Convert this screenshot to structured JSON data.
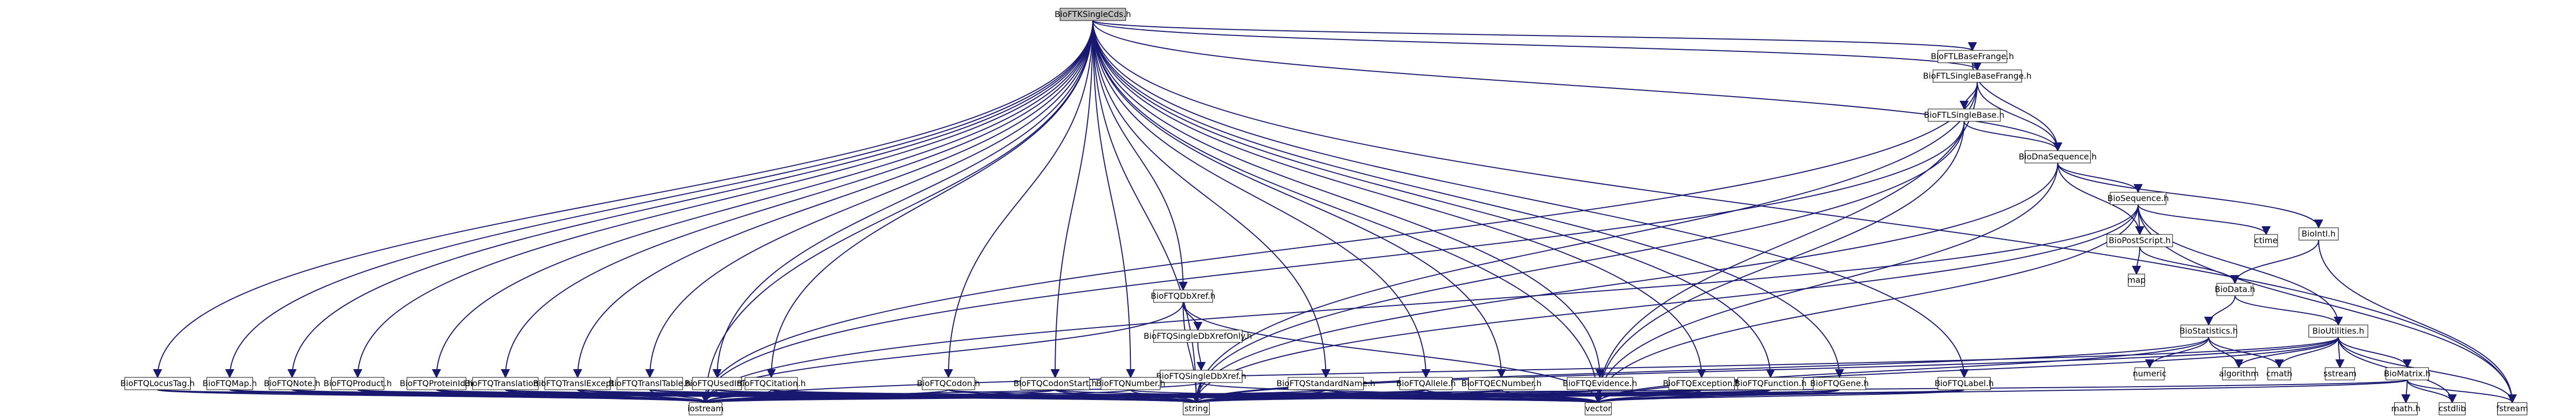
{
  "diagram": {
    "type": "include-dependency-graph",
    "edge_color": "#191970",
    "root_fill": "#bfbfbf",
    "node_fill": "#ffffff",
    "nodes": [
      {
        "id": "root",
        "label": "BioFTKSingleCds.h",
        "root": true
      },
      {
        "id": "basefrange",
        "label": "BioFTLBaseFrange.h"
      },
      {
        "id": "singlebasefrange",
        "label": "BioFTLSingleBaseFrange.h"
      },
      {
        "id": "singlebase",
        "label": "BioFTLSingleBase.h"
      },
      {
        "id": "dnaseq",
        "label": "BioDnaSequence.h"
      },
      {
        "id": "sequence",
        "label": "BioSequence.h"
      },
      {
        "id": "biointl",
        "label": "BioIntl.h"
      },
      {
        "id": "postscript",
        "label": "BioPostScript.h"
      },
      {
        "id": "ctime",
        "label": "ctime"
      },
      {
        "id": "map",
        "label": "map"
      },
      {
        "id": "biodata",
        "label": "BioData.h"
      },
      {
        "id": "statistics",
        "label": "BioStatistics.h"
      },
      {
        "id": "utilities",
        "label": "BioUtilities.h"
      },
      {
        "id": "numeric",
        "label": "numeric"
      },
      {
        "id": "algorithm",
        "label": "algorithm"
      },
      {
        "id": "cmath",
        "label": "cmath"
      },
      {
        "id": "sstream",
        "label": "sstream"
      },
      {
        "id": "biomatrix",
        "label": "BioMatrix.h"
      },
      {
        "id": "mathh",
        "label": "math.h"
      },
      {
        "id": "cstdlib",
        "label": "cstdlib"
      },
      {
        "id": "fstream",
        "label": "fstream"
      },
      {
        "id": "dbxref",
        "label": "BioFTQDbXref.h"
      },
      {
        "id": "singledbxrefonly",
        "label": "BioFTQSingleDbXrefOnly.h"
      },
      {
        "id": "singledbxref",
        "label": "BioFTQSingleDbXref.h"
      },
      {
        "id": "locustag",
        "label": "BioFTQLocusTag.h"
      },
      {
        "id": "ftqmap",
        "label": "BioFTQMap.h"
      },
      {
        "id": "note",
        "label": "BioFTQNote.h"
      },
      {
        "id": "product",
        "label": "BioFTQProduct.h"
      },
      {
        "id": "proteinid",
        "label": "BioFTQProteinId.h"
      },
      {
        "id": "translation",
        "label": "BioFTQTranslation.h"
      },
      {
        "id": "transexcept",
        "label": "BioFTQTranslExcept.h"
      },
      {
        "id": "transtable",
        "label": "BioFTQTranslTable.h"
      },
      {
        "id": "usedin",
        "label": "BioFTQUsedIn.h"
      },
      {
        "id": "citation",
        "label": "BioFTQCitation.h"
      },
      {
        "id": "codon",
        "label": "BioFTQCodon.h"
      },
      {
        "id": "codonstart",
        "label": "BioFTQCodonStart.h"
      },
      {
        "id": "number",
        "label": "BioFTQNumber.h"
      },
      {
        "id": "standardname",
        "label": "BioFTQStandardName.h"
      },
      {
        "id": "allele",
        "label": "BioFTQAllele.h"
      },
      {
        "id": "ecnumber",
        "label": "BioFTQECNumber.h"
      },
      {
        "id": "evidence",
        "label": "BioFTQEvidence.h"
      },
      {
        "id": "exception",
        "label": "BioFTQException.h"
      },
      {
        "id": "function",
        "label": "BioFTQFunction.h"
      },
      {
        "id": "gene",
        "label": "BioFTQGene.h"
      },
      {
        "id": "label",
        "label": "BioFTQLabel.h"
      },
      {
        "id": "iostream",
        "label": "iostream"
      },
      {
        "id": "string",
        "label": "string"
      },
      {
        "id": "vector",
        "label": "vector"
      }
    ],
    "edges": [
      [
        "root",
        "basefrange"
      ],
      [
        "root",
        "singlebasefrange"
      ],
      [
        "root",
        "dnaseq"
      ],
      [
        "root",
        "fstream"
      ],
      [
        "root",
        "iostream"
      ],
      [
        "root",
        "string"
      ],
      [
        "root",
        "vector"
      ],
      [
        "root",
        "dbxref"
      ],
      [
        "root",
        "locustag"
      ],
      [
        "root",
        "ftqmap"
      ],
      [
        "root",
        "note"
      ],
      [
        "root",
        "product"
      ],
      [
        "root",
        "proteinid"
      ],
      [
        "root",
        "translation"
      ],
      [
        "root",
        "transexcept"
      ],
      [
        "root",
        "transtable"
      ],
      [
        "root",
        "usedin"
      ],
      [
        "root",
        "citation"
      ],
      [
        "root",
        "codon"
      ],
      [
        "root",
        "codonstart"
      ],
      [
        "root",
        "number"
      ],
      [
        "root",
        "standardname"
      ],
      [
        "root",
        "allele"
      ],
      [
        "root",
        "ecnumber"
      ],
      [
        "root",
        "evidence"
      ],
      [
        "root",
        "exception"
      ],
      [
        "root",
        "function"
      ],
      [
        "root",
        "gene"
      ],
      [
        "root",
        "label"
      ],
      [
        "basefrange",
        "singlebasefrange"
      ],
      [
        "basefrange",
        "dnaseq"
      ],
      [
        "singlebasefrange",
        "singlebase"
      ],
      [
        "singlebasefrange",
        "dnaseq"
      ],
      [
        "singlebasefrange",
        "iostream"
      ],
      [
        "singlebasefrange",
        "vector"
      ],
      [
        "singlebasefrange",
        "string"
      ],
      [
        "singlebase",
        "dnaseq"
      ],
      [
        "singlebase",
        "iostream"
      ],
      [
        "singlebase",
        "vector"
      ],
      [
        "singlebase",
        "string"
      ],
      [
        "dnaseq",
        "sequence"
      ],
      [
        "dnaseq",
        "biointl"
      ],
      [
        "dnaseq",
        "postscript"
      ],
      [
        "dnaseq",
        "string"
      ],
      [
        "dnaseq",
        "vector"
      ],
      [
        "sequence",
        "postscript"
      ],
      [
        "sequence",
        "ctime"
      ],
      [
        "sequence",
        "utilities"
      ],
      [
        "sequence",
        "fstream"
      ],
      [
        "sequence",
        "iostream"
      ],
      [
        "sequence",
        "string"
      ],
      [
        "sequence",
        "vector"
      ],
      [
        "biointl",
        "biodata"
      ],
      [
        "biointl",
        "fstream"
      ],
      [
        "postscript",
        "map"
      ],
      [
        "postscript",
        "biodata"
      ],
      [
        "biodata",
        "statistics"
      ],
      [
        "biodata",
        "utilities"
      ],
      [
        "statistics",
        "numeric"
      ],
      [
        "statistics",
        "algorithm"
      ],
      [
        "statistics",
        "cmath"
      ],
      [
        "statistics",
        "string"
      ],
      [
        "statistics",
        "vector"
      ],
      [
        "utilities",
        "algorithm"
      ],
      [
        "utilities",
        "cmath"
      ],
      [
        "utilities",
        "sstream"
      ],
      [
        "utilities",
        "biomatrix"
      ],
      [
        "utilities",
        "cstdlib"
      ],
      [
        "utilities",
        "fstream"
      ],
      [
        "utilities",
        "iostream"
      ],
      [
        "utilities",
        "string"
      ],
      [
        "utilities",
        "vector"
      ],
      [
        "biomatrix",
        "mathh"
      ],
      [
        "biomatrix",
        "cstdlib"
      ],
      [
        "biomatrix",
        "fstream"
      ],
      [
        "biomatrix",
        "iostream"
      ],
      [
        "biomatrix",
        "vector"
      ],
      [
        "dbxref",
        "singledbxrefonly"
      ],
      [
        "dbxref",
        "iostream"
      ],
      [
        "dbxref",
        "string"
      ],
      [
        "dbxref",
        "vector"
      ],
      [
        "singledbxrefonly",
        "singledbxref"
      ],
      [
        "singledbxref",
        "iostream"
      ],
      [
        "singledbxref",
        "string"
      ],
      [
        "singledbxref",
        "vector"
      ],
      [
        "locustag",
        "iostream"
      ],
      [
        "locustag",
        "string"
      ],
      [
        "locustag",
        "vector"
      ],
      [
        "ftqmap",
        "iostream"
      ],
      [
        "ftqmap",
        "string"
      ],
      [
        "ftqmap",
        "vector"
      ],
      [
        "note",
        "iostream"
      ],
      [
        "note",
        "string"
      ],
      [
        "note",
        "vector"
      ],
      [
        "product",
        "iostream"
      ],
      [
        "product",
        "string"
      ],
      [
        "product",
        "vector"
      ],
      [
        "proteinid",
        "iostream"
      ],
      [
        "proteinid",
        "string"
      ],
      [
        "proteinid",
        "vector"
      ],
      [
        "translation",
        "iostream"
      ],
      [
        "translation",
        "string"
      ],
      [
        "translation",
        "vector"
      ],
      [
        "transexcept",
        "iostream"
      ],
      [
        "transexcept",
        "string"
      ],
      [
        "transexcept",
        "vector"
      ],
      [
        "transtable",
        "iostream"
      ],
      [
        "transtable",
        "string"
      ],
      [
        "transtable",
        "vector"
      ],
      [
        "usedin",
        "iostream"
      ],
      [
        "usedin",
        "string"
      ],
      [
        "usedin",
        "vector"
      ],
      [
        "citation",
        "iostream"
      ],
      [
        "citation",
        "string"
      ],
      [
        "citation",
        "vector"
      ],
      [
        "codon",
        "iostream"
      ],
      [
        "codon",
        "string"
      ],
      [
        "codon",
        "vector"
      ],
      [
        "codonstart",
        "iostream"
      ],
      [
        "codonstart",
        "string"
      ],
      [
        "codonstart",
        "vector"
      ],
      [
        "number",
        "iostream"
      ],
      [
        "number",
        "string"
      ],
      [
        "number",
        "vector"
      ],
      [
        "standardname",
        "iostream"
      ],
      [
        "standardname",
        "string"
      ],
      [
        "standardname",
        "vector"
      ],
      [
        "allele",
        "iostream"
      ],
      [
        "allele",
        "string"
      ],
      [
        "allele",
        "vector"
      ],
      [
        "ecnumber",
        "iostream"
      ],
      [
        "ecnumber",
        "string"
      ],
      [
        "ecnumber",
        "vector"
      ],
      [
        "evidence",
        "iostream"
      ],
      [
        "evidence",
        "string"
      ],
      [
        "evidence",
        "vector"
      ],
      [
        "exception",
        "iostream"
      ],
      [
        "exception",
        "string"
      ],
      [
        "exception",
        "vector"
      ],
      [
        "function",
        "iostream"
      ],
      [
        "function",
        "string"
      ],
      [
        "function",
        "vector"
      ],
      [
        "gene",
        "iostream"
      ],
      [
        "gene",
        "string"
      ],
      [
        "gene",
        "vector"
      ],
      [
        "label",
        "iostream"
      ],
      [
        "label",
        "string"
      ],
      [
        "label",
        "vector"
      ]
    ]
  }
}
